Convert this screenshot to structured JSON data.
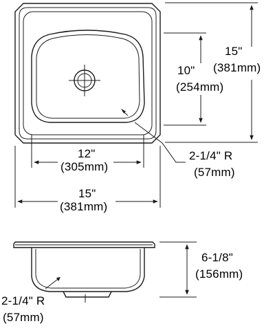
{
  "plan_view": {
    "depth_dim_imperial": "15\"",
    "depth_dim_metric": "(381mm)",
    "bowl_depth_imperial": "10\"",
    "bowl_depth_metric": "(254mm)",
    "bowl_width_imperial": "12\"",
    "bowl_width_metric": "(305mm)",
    "overall_width_imperial": "15\"",
    "overall_width_metric": "(381mm)",
    "corner_radius_imperial": "2-1/4\" R",
    "corner_radius_metric": "(57mm)"
  },
  "side_view": {
    "height_imperial": "6-1/8\"",
    "height_metric": "(156mm)",
    "bottom_radius_imperial": "2-1/4\" R",
    "bottom_radius_metric": "(57mm)"
  }
}
